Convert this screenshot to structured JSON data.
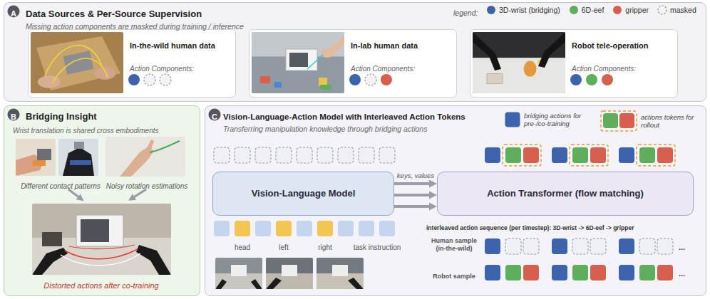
{
  "diagram": {
    "nodes": [
      {
        "text": [
          "Data Sources & Per-Source Supervision",
          "Missing action components are masked during training / inference"
        ]
      },
      {
        "text": [
          "In-the-wild human data",
          "Action Components:"
        ],
        "in": 0
      },
      {
        "text": [
          "In-lab human data",
          "Action Components:"
        ],
        "in": 0
      },
      {
        "text": [
          "Robot tele-operation",
          "Action Components:"
        ],
        "in": 0
      },
      {
        "text": [
          "Bridging Insight",
          "Wrist translation is shared cross embodiments"
        ]
      },
      {
        "text": [
          "Vision-Language-Action Model with Interleaved Action Tokens",
          "Transferring manipulation knowledge through bridging actions"
        ]
      },
      {
        "text": [
          "Vision-Language Model"
        ],
        "in": 5
      },
      {
        "text": [
          "Action Transformer (flow matching)"
        ],
        "in": 5
      }
    ],
    "edges": [
      {
        "from": 6,
        "to": 7,
        "arrow": "to",
        "label": "keys, values"
      },
      {
        "from": 6,
        "to": 7,
        "arrow": "to"
      },
      {
        "from": 6,
        "to": 7,
        "arrow": "to"
      }
    ],
    "labels": [
      "A",
      "B",
      "C",
      "legend:",
      "Different contact patterns",
      "Noisy rotation estimations",
      "Distorted actions after co-training",
      "head",
      "left",
      "right",
      "task instruction",
      "interleaved action sequence (per timestep): 3D-wrist -> 6D-eef -> gripper",
      "Human sample (in-the-wild)",
      "Robot sample",
      "...",
      "..."
    ],
    "legend": [
      {
        "text": "3D-wrist (bridging)",
        "color": "#3d63ad"
      },
      {
        "text": "6D-eef",
        "color": "#5fae5b"
      },
      {
        "text": "gripper",
        "color": "#d6604d"
      },
      {
        "text": "masked"
      },
      {
        "text": "bridging actions for pre-/co-training",
        "color": "#3d63ad"
      },
      {
        "text": "actions tokens for rollout"
      }
    ]
  }
}
